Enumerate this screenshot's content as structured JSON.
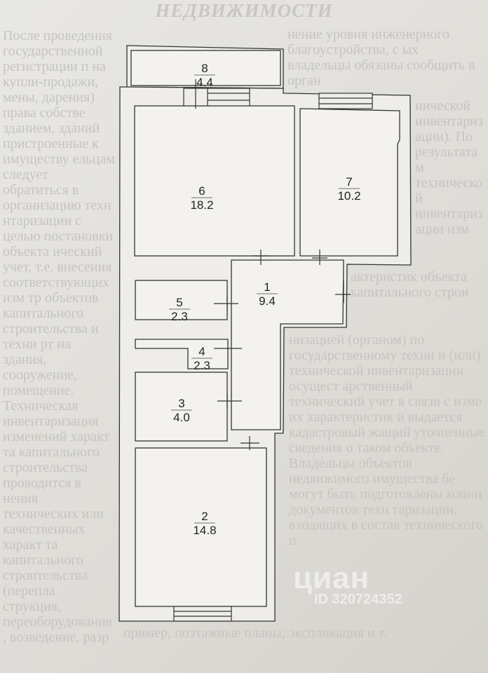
{
  "page": {
    "heading": "НЕДВИЖИМОСТИ",
    "background_lines": [
      "После проведения государственной регистрации п",
      "на купли-продажи, мены, дарения) права собстве",
      "зданием, зданий пристроенные к имуществу",
      "ельцам следует обратиться в организацию техн",
      "нтаризации с целью постановки объекта",
      "ический учет, т.е. внесения соответствующих изм",
      "тр объектов капитального строительства и техни",
      "рт на здания, сооружение, помещение.",
      "",
      "Техническая инвентаризация изменений характ",
      "та капитального строительства проводится в",
      "нения технических или качественных характ",
      "та капитального строительства (перепла",
      "струкция, переоборудование, возведение, разр",
      "нение уровня инженерного благоустройства, с",
      "ых владельцы обязаны сообщить в орган",
      "нической инвентаризации).",
      "По результатам технической инвентаризации изм",
      "актеристик объекта капитального строи",
      "низацией (органом) по государственному техни",
      "и (или) технической инвентаризации осущест",
      "арственный технический учет в связи с изме",
      "их характеристик и выдается кадастровый",
      "жащий уточненные сведения о таком объекте.",
      "",
      "Владельцы объектов недвижимого имущества",
      "бе могут быть подготовлены копии документов техн",
      "таризации, входящих в состав технического п",
      "пример, поэтажные планы, экспликация и т."
    ]
  },
  "floorplan": {
    "rooms": [
      {
        "number": "1",
        "area": "9.4"
      },
      {
        "number": "2",
        "area": "14.8"
      },
      {
        "number": "3",
        "area": "4.0"
      },
      {
        "number": "4",
        "area": "2.3"
      },
      {
        "number": "5",
        "area": "2.3"
      },
      {
        "number": "6",
        "area": "18.2"
      },
      {
        "number": "7",
        "area": "10.2"
      },
      {
        "number": "8",
        "area": "4.4"
      }
    ]
  },
  "watermark": {
    "brand": "циан",
    "id_text": "ID 320724352"
  }
}
